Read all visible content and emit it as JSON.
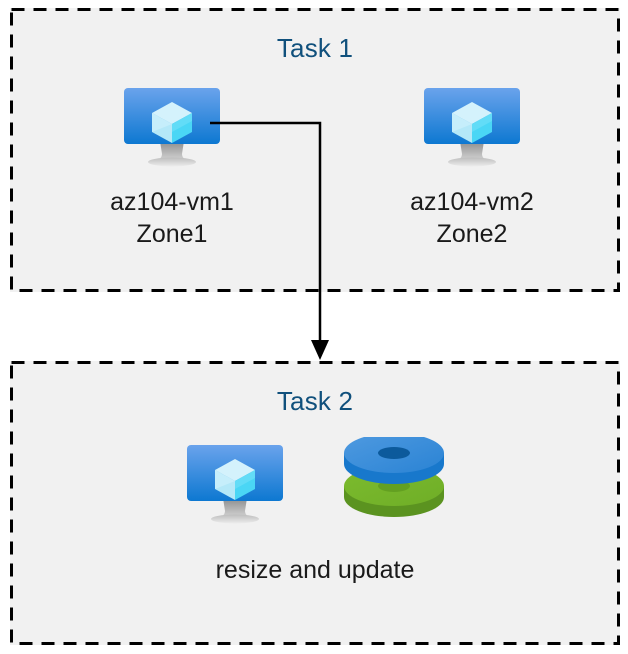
{
  "diagram": {
    "background_color": "#ffffff",
    "panel_fill": "#f1f1f1",
    "border_color": "#000000",
    "title_color": "#10507c",
    "label_color": "#1a1a1a",
    "connector_color": "#000000"
  },
  "task1": {
    "title": "Task 1",
    "nodes": [
      {
        "icon": "virtual-machine-icon",
        "label_line1": "az104-vm1",
        "label_line2": "Zone1",
        "label": "az104-vm1\nZone1"
      },
      {
        "icon": "virtual-machine-icon",
        "label_line1": "az104-vm2",
        "label_line2": "Zone2",
        "label": "az104-vm2\nZone2"
      }
    ]
  },
  "task2": {
    "title": "Task 2",
    "icons": [
      {
        "icon": "virtual-machine-icon"
      },
      {
        "icon": "managed-disks-icon"
      }
    ],
    "caption": "resize and update"
  },
  "connector": {
    "from": "az104-vm1",
    "to": "Task 2",
    "style": "elbow-arrow",
    "arrowhead": "down"
  },
  "icon_colors": {
    "vm_screen_top": "#6aa3ec",
    "vm_screen_bottom": "#0f7cd4",
    "vm_cube_light": "#cdf0fb",
    "vm_cube_cyan": "#4ad6f5",
    "vm_cube_mid": "#9fe4f7",
    "vm_stand": "#9e9e9e",
    "disk_blue_top": "#3d8fd8",
    "disk_blue_side": "#1a77cc",
    "disk_blue_hole": "#105a9e",
    "disk_green_top": "#76b32b",
    "disk_green_side": "#5d9020",
    "disk_green_hole": "#5d9020"
  }
}
